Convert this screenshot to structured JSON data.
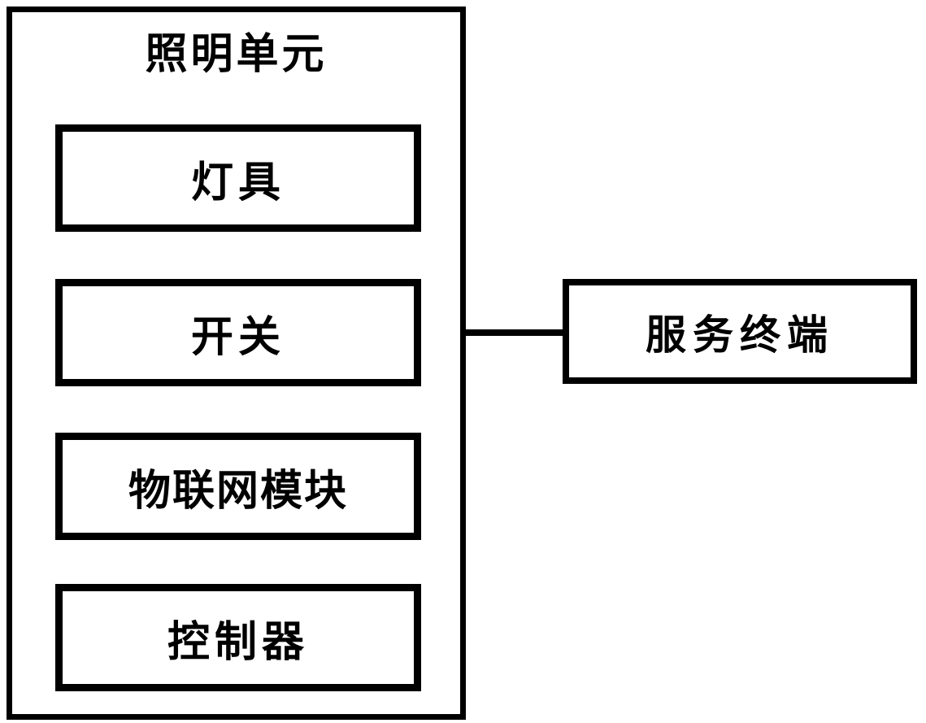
{
  "diagram": {
    "title": "照明单元",
    "blocks": [
      {
        "label": "灯具"
      },
      {
        "label": "开关"
      },
      {
        "label": "物联网模块"
      },
      {
        "label": "控制器"
      }
    ],
    "external": {
      "label": "服务终端"
    },
    "colors": {
      "stroke": "#000000",
      "background": "#ffffff"
    }
  }
}
